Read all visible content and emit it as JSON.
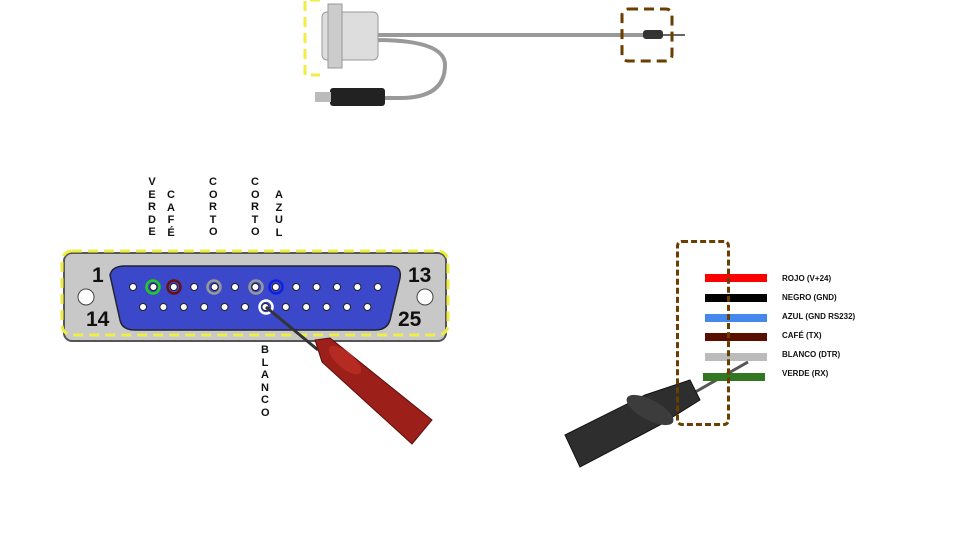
{
  "connector": {
    "pin_labels_top": [
      "VERDE",
      "CAFÉ",
      "CORTO",
      "CORTO",
      "AZUL"
    ],
    "pin_label_bottom": "BLANCO",
    "pin_numbers": [
      "1",
      "13",
      "14",
      "25"
    ],
    "highlight_colors": {
      "verde": "#22cc22",
      "cafe": "#6b1010",
      "corto": "#999999",
      "azul": "#1020e0",
      "blanco": "#ffffff"
    },
    "body_color": "#3b48c9"
  },
  "legend": [
    {
      "label": "ROJO (V+24)",
      "color": "#ff0000"
    },
    {
      "label": "NEGRO (GND)",
      "color": "#000000"
    },
    {
      "label": "AZUL (GND RS232)",
      "color": "#4488ee"
    },
    {
      "label": "CAFÉ (TX)",
      "color": "#5a0e00"
    },
    {
      "label": "BLANCO (DTR)",
      "color": "#bbbbbb"
    },
    {
      "label": "VERDE (RX)",
      "color": "#337722"
    }
  ]
}
